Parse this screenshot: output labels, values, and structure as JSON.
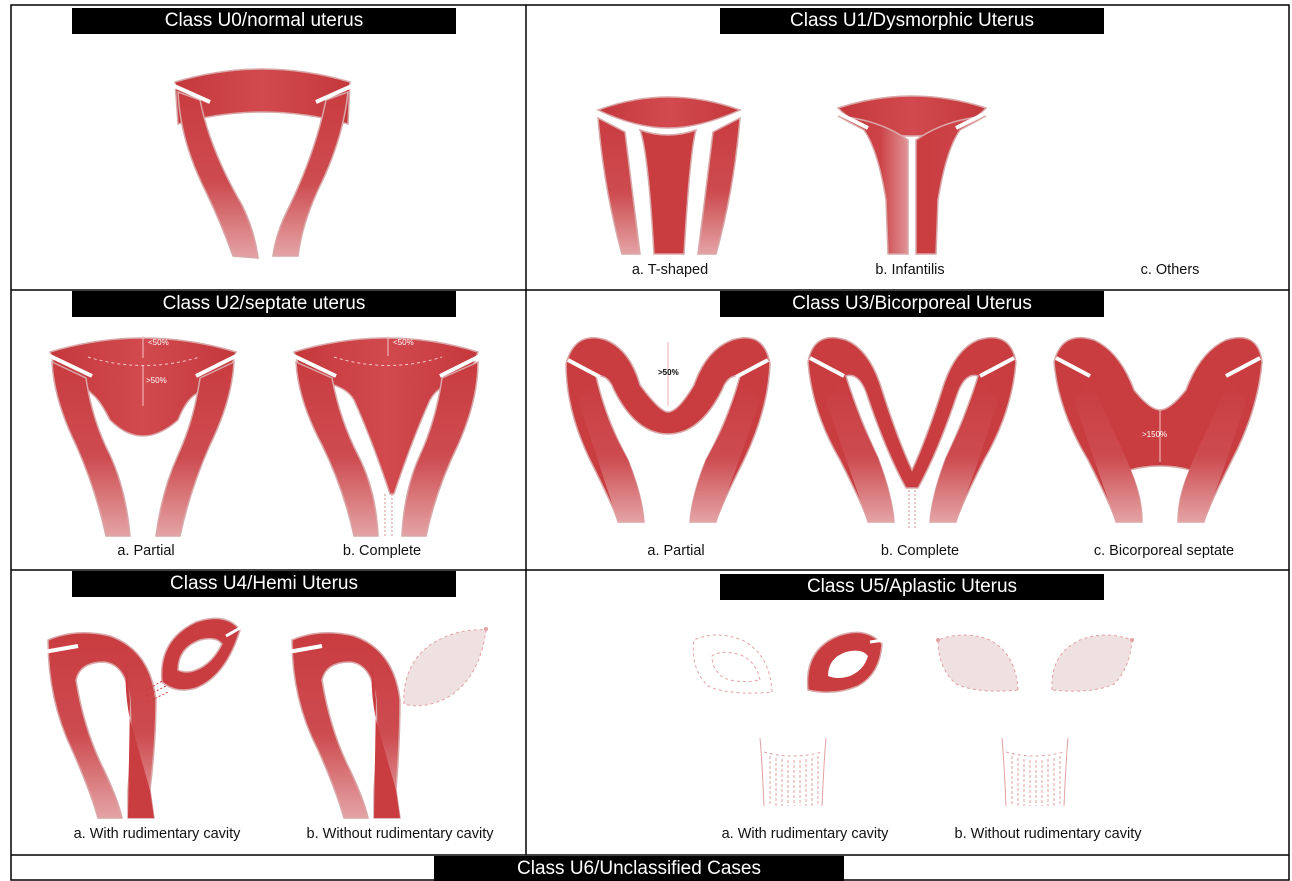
{
  "colors": {
    "uterus": "#c93c40",
    "outline": "#d9a7a8",
    "ghost_fill": "#efe1e1",
    "ghost_stroke": "#e3a0a2",
    "title_bg": "#000000"
  },
  "panels": {
    "u0": {
      "title": "Class U0/normal uterus"
    },
    "u1": {
      "title": "Class U1/Dysmorphic Uterus",
      "captions": [
        "a. T-shaped",
        "b. Infantilis",
        "c. Others"
      ]
    },
    "u2": {
      "title": "Class U2/septate uterus",
      "captions": [
        "a. Partial",
        "b. Complete"
      ],
      "measures": [
        "<50%",
        ">50%",
        "<50%"
      ]
    },
    "u3": {
      "title": "Class U3/Bicorporeal Uterus",
      "captions": [
        "a. Partial",
        "b. Complete",
        "c. Bicorporeal septate"
      ],
      "measures": [
        ">50%",
        ">150%"
      ]
    },
    "u4": {
      "title": "Class U4/Hemi Uterus",
      "captions": [
        "a. With rudimentary cavity",
        "b. Without rudimentary cavity"
      ]
    },
    "u5": {
      "title": "Class U5/Aplastic Uterus",
      "captions": [
        "a. With rudimentary cavity",
        "b. Without rudimentary cavity"
      ]
    },
    "u6": {
      "title": "Class U6/Unclassified Cases"
    }
  }
}
